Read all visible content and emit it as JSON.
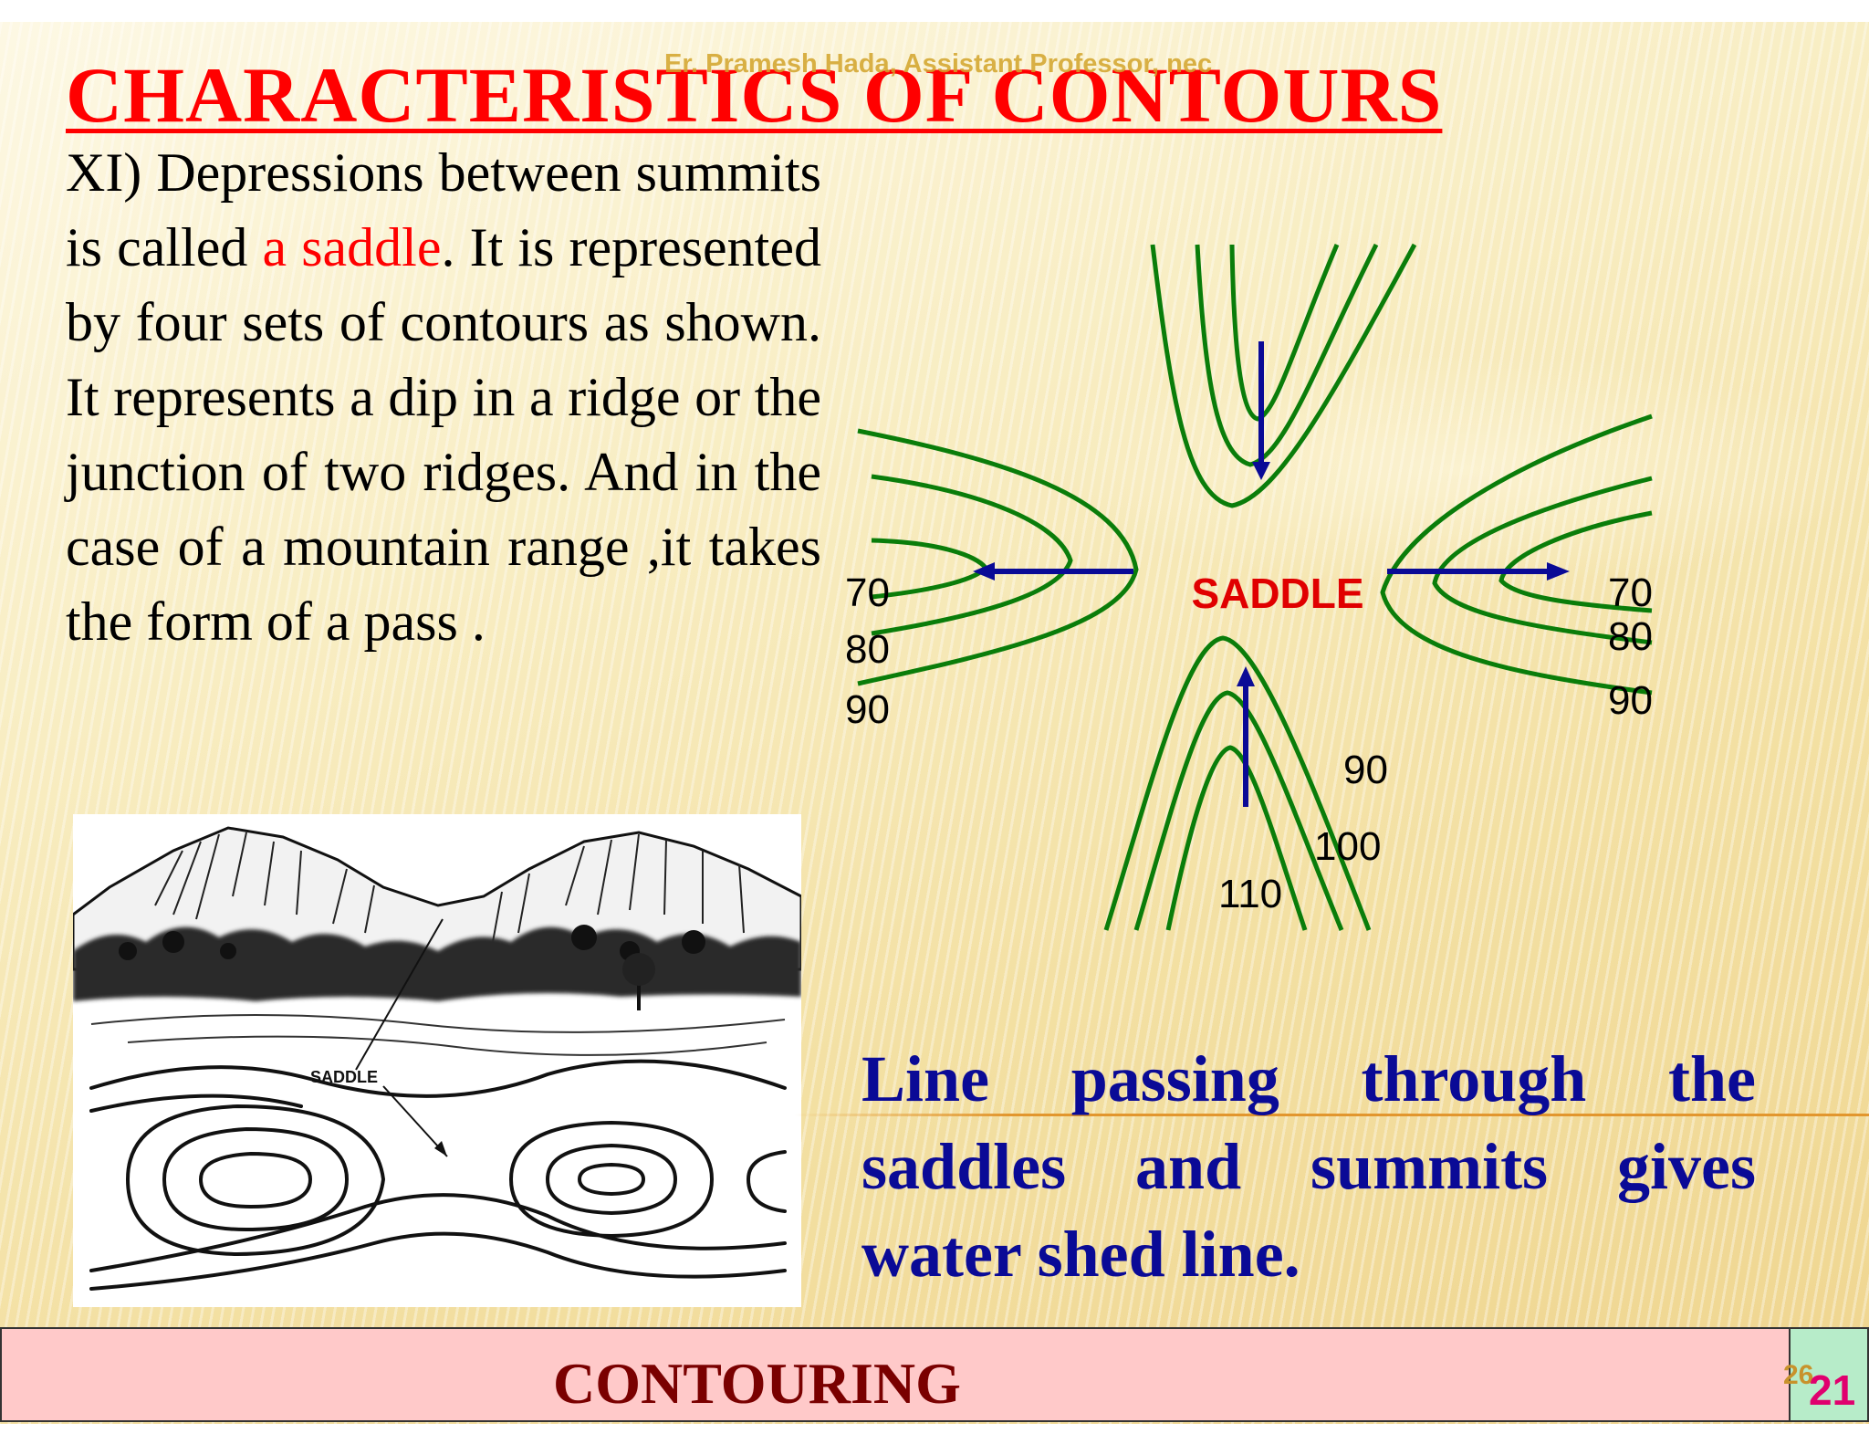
{
  "slide": {
    "title": "CHARACTERISTICS OF CONTOURS",
    "watermark": "Er. Pramesh Hada, Assistant Professor, nec",
    "paragraph": {
      "prefix": "XI) Depressions between summits is called ",
      "highlight": "a saddle",
      "suffix": ". It is represented by four sets of contours as shown. It represents a dip in a ridge  or the junction of two ridges. And in the case of a mountain range ,it takes the form of a pass ."
    },
    "sketch": {
      "label": "SADDLE"
    },
    "diagram": {
      "center_label": "SADDLE",
      "left_labels": [
        "70",
        "80",
        "90"
      ],
      "right_labels": [
        "70",
        "80",
        "90"
      ],
      "bottom_labels": [
        "90",
        "100",
        "110"
      ],
      "colors": {
        "contour": "#0a7d0a",
        "arrow": "#0a0a96",
        "label": "#e00000"
      }
    },
    "note": "Line passing through the saddles and summits gives water shed line.",
    "footer": {
      "title": "CONTOURING",
      "page_small": "26",
      "page_number": "21"
    }
  }
}
